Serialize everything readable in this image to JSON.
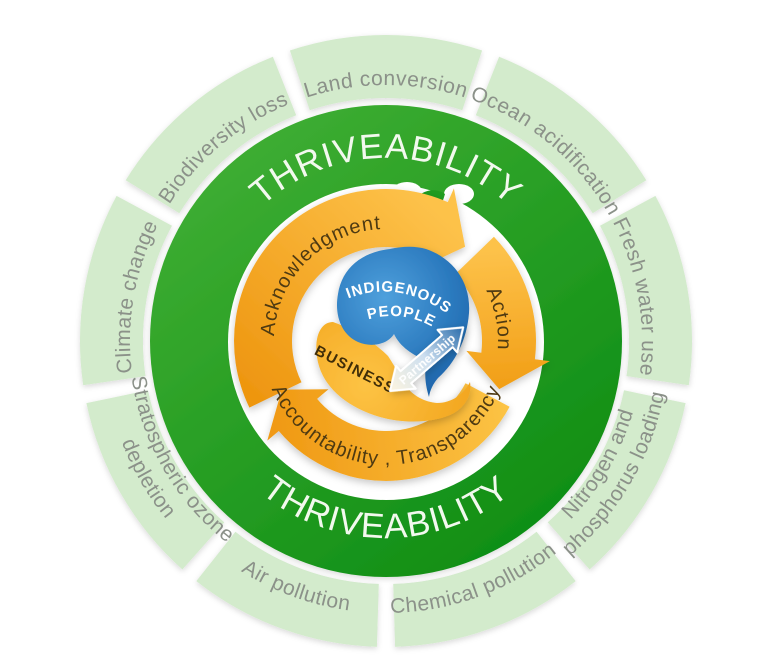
{
  "figure": {
    "type": "circular-framework-diagram",
    "outer_label_top": "THRIVEABILITY",
    "outer_label_bottom": "THRIVEABILITY"
  },
  "planetary_boundaries": {
    "segments": [
      {
        "id": "land-conversion",
        "label": "Land conversion"
      },
      {
        "id": "ocean-acidification",
        "label": "Ocean acidification"
      },
      {
        "id": "fresh-water-use",
        "label": "Fresh water use"
      },
      {
        "id": "nitrogen-and-phosphorus-loading",
        "label": "Nitrogen and phosphorus loading",
        "line1": "Nitrogen and",
        "line2": "phosphorus loading"
      },
      {
        "id": "chemical-pollution",
        "label": "Chemical pollution"
      },
      {
        "id": "air-pollution",
        "label": "Air pollution"
      },
      {
        "id": "stratospheric-ozone-depletion",
        "label": "Stratospheric ozone depletion",
        "line1": "Stratospheric ozone",
        "line2": "depletion"
      },
      {
        "id": "climate-change",
        "label": "Climate change"
      },
      {
        "id": "biodiversity-loss",
        "label": "Biodiversity loss"
      }
    ]
  },
  "cycle": {
    "arrows": [
      {
        "id": "acknowledgment",
        "label": "Acknowledgment"
      },
      {
        "id": "action",
        "label": "Action"
      },
      {
        "id": "accountability-transparency",
        "label": "Accountability , Transparency"
      }
    ]
  },
  "center": {
    "indigenous_people": {
      "line1": "INDIGENOUS",
      "line2": "PEOPLE"
    },
    "business": "BUSINESS",
    "partnership": "Partnership"
  },
  "colors": {
    "background": "#ffffff",
    "boundary_segment_green": "#d3ebcc",
    "boundary_text_gray": "#8b9189",
    "ring_green_light": "#3fae33",
    "ring_green_dark": "#0c8c13",
    "thriveability_text": "#f2f9ee",
    "arrow_orange_light": "#fdc24a",
    "arrow_orange_dark": "#ee9610",
    "arrow_text_brown": "#4e3a12",
    "indigenous_blue": "#2d7cc0",
    "business_yellow": "#f7b02a",
    "partnership_blue": "#2a6cab",
    "dot_green": "#2aa12b",
    "dot_teal": "#10797b",
    "dot_slate": "#5f7589"
  }
}
